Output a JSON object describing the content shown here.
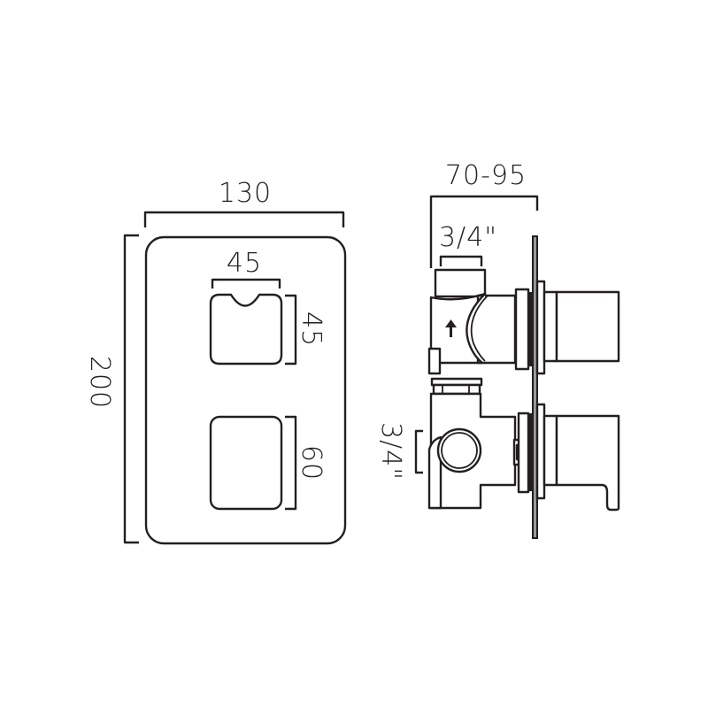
{
  "diagram": {
    "type": "technical-dimension-drawing",
    "subject": "Concealed thermostatic shower valve with faceplate and handles",
    "line_color": "#231f20",
    "background": "#ffffff",
    "front_view": {
      "faceplate_width_label": "130",
      "faceplate_height_label": "200",
      "top_handle_width_label": "45",
      "top_handle_height_label": "45",
      "bottom_handle_height_label": "60"
    },
    "side_view": {
      "depth_range_label": "70-95",
      "top_inlet_label": "3/4\"",
      "side_outlet_label": "3/4\"",
      "flow_arrow": "up-arrow"
    }
  }
}
